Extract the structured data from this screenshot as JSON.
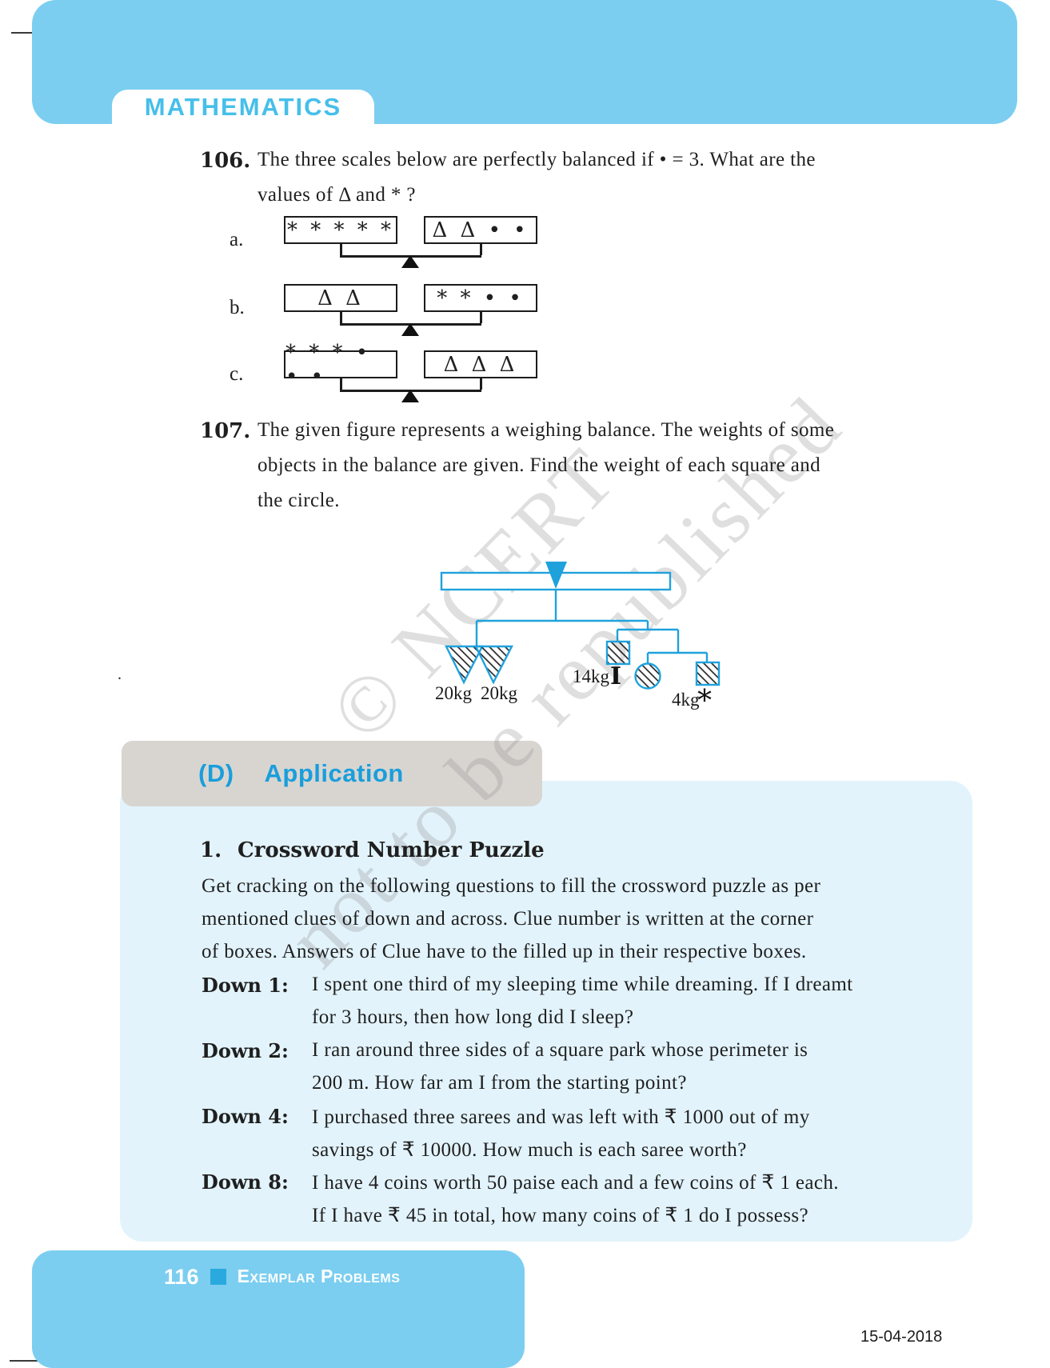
{
  "page": {
    "header_title": "MATHEMATICS",
    "watermark": {
      "line1": "© NCERT",
      "line2": "not to be republished"
    },
    "footer": {
      "page_number": "116",
      "book_title": "Exemplar Problems"
    },
    "date_stamp": "15-04-2018",
    "stray_mark": "."
  },
  "colors": {
    "header_blue": "#7BCEF0",
    "title_blue": "#46BFEA",
    "section_title_blue": "#1A9EDB",
    "bar_gray": "#D8D5D1",
    "panel_blue": "#E2F3FB",
    "figure_blue": "#1FA2DC",
    "footer_square_blue": "#29A9DE",
    "text_black": "#1f1f1f"
  },
  "q106": {
    "number": "106.",
    "line1": "The three scales below are perfectly balanced if • = 3. What are the",
    "line2": "values of Δ and * ?",
    "scales": [
      {
        "label": "a.",
        "left": "* * * * *",
        "right": "Δ Δ • •"
      },
      {
        "label": "b.",
        "left": "Δ Δ",
        "right": "* * • •"
      },
      {
        "label": "c.",
        "left": "* * * • • •",
        "right": "Δ Δ Δ"
      }
    ]
  },
  "q107": {
    "number": "107.",
    "line1": "The given figure represents a weighing balance. The weights of some",
    "line2": "objects in the balance are given. Find the weight of each square and",
    "line3": "the circle.",
    "figure_labels": {
      "weight_left_1": "20kg",
      "weight_left_2": "20kg",
      "weight_square": "14kg",
      "hook": "I",
      "weight_small": "4kg",
      "star": "*"
    }
  },
  "sectionD": {
    "label": "(D)",
    "title": "Application"
  },
  "crossword": {
    "heading_number": "1.",
    "heading": "Crossword Number Puzzle",
    "intro_lines": [
      "Get cracking on the following questions to fill the crossword puzzle as per",
      "mentioned clues of down and across. Clue number is written at the corner",
      "of boxes. Answers of Clue have to the filled up in their respective boxes."
    ],
    "clues": [
      {
        "label": "Down 1:",
        "lines": [
          "I spent one third of my sleeping time while dreaming. If I dreamt",
          "for 3 hours, then how long did I sleep?"
        ]
      },
      {
        "label": "Down 2:",
        "lines": [
          "I ran around three sides of a square park whose perimeter is",
          "200 m. How far am I from the starting point?"
        ]
      },
      {
        "label": "Down 4:",
        "lines": [
          "I purchased three sarees and was left with ₹ 1000 out of my",
          "savings of ₹ 10000. How much is each saree worth?"
        ]
      },
      {
        "label": "Down 8:",
        "lines": [
          "I have 4 coins worth 50 paise each and a few coins of ₹ 1 each.",
          "If I have ₹ 45 in total, how many coins of ₹ 1 do I possess?"
        ]
      }
    ]
  }
}
